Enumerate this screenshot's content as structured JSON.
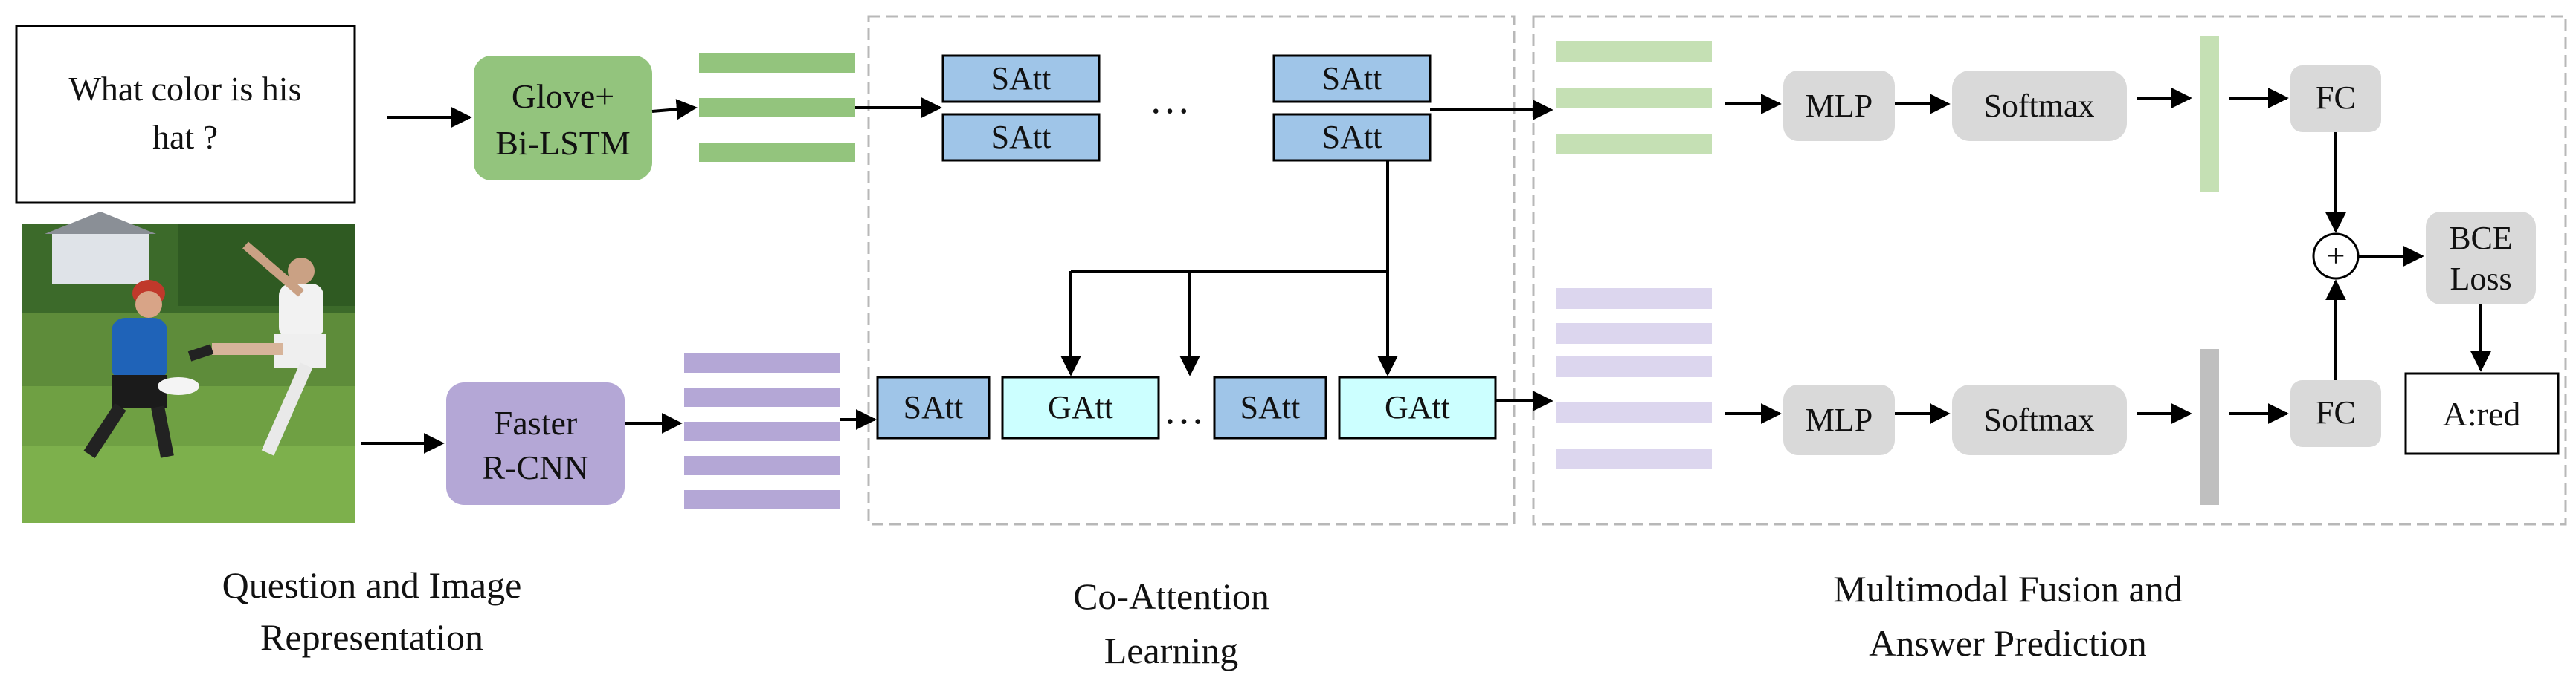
{
  "input": {
    "question_line1": "What color is his",
    "question_line2": "hat ?"
  },
  "encoders": {
    "text_line1": "Glove+",
    "text_line2": "Bi-LSTM",
    "image_line1": "Faster",
    "image_line2": "R-CNN"
  },
  "coattention": {
    "satt": "SAtt",
    "gatt": "GAtt",
    "ellipsis": "…"
  },
  "fusion": {
    "mlp": "MLP",
    "softmax": "Softmax",
    "fc": "FC",
    "plus": "+",
    "loss_line1": "BCE",
    "loss_line2": "Loss",
    "answer": "A:red"
  },
  "sections": {
    "left_line1": "Question and Image",
    "left_line2": "Representation",
    "middle_line1": "Co-Attention",
    "middle_line2": "Learning",
    "right_line1": "Multimodal Fusion and",
    "right_line2": "Answer Prediction"
  },
  "colors": {
    "text_feature": "#93c47d",
    "text_feature_light": "#c5e0b4",
    "image_feature": "#b4a7d6",
    "image_feature_light": "#dcd6ee",
    "satt": "#9fc5e8",
    "gatt": "#ccffff",
    "grey_block": "#d9d9d9",
    "arrow": "#000000"
  }
}
